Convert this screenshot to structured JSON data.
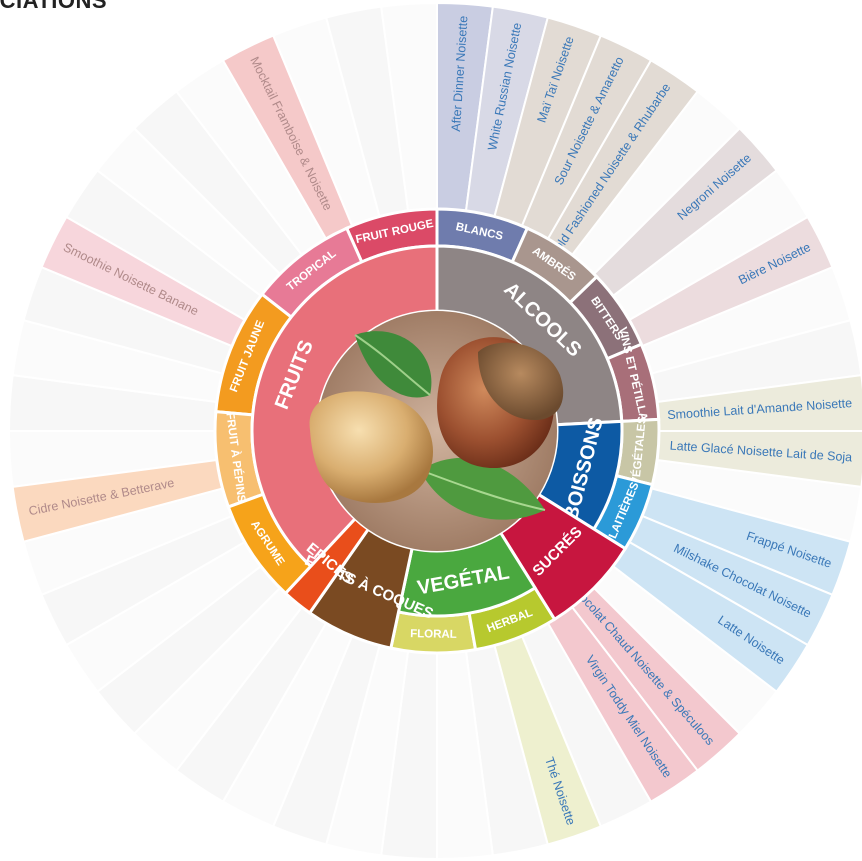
{
  "title": "OCIATIONS",
  "center_image": "hazelnut-photo",
  "colors": {
    "fruits": "#e8707a",
    "alcools": "#8e8585",
    "boissons": "#0d5aa4",
    "vegetal": "#4aa83f",
    "sucres": "#c7163f",
    "epices": "#e94e1b",
    "fruits_coques": "#7a4a22",
    "background": "#ffffff"
  },
  "categories": [
    {
      "key": "fruits",
      "label": "FRUITS",
      "color": "#e8707a",
      "subs": [
        {
          "label": "FRUIT ROUGE",
          "color": "#db4a67"
        },
        {
          "label": "TROPICAL",
          "color": "#e77a96"
        },
        {
          "label": "FRUIT JAUNE",
          "color": "#f39b1f"
        },
        {
          "label": "FRUIT À PÉPINS",
          "color": "#f7bf70"
        },
        {
          "label": "AGRUME",
          "color": "#f6a31a"
        }
      ]
    },
    {
      "key": "alcools",
      "label": "ALCOOLS",
      "color": "#8e8585",
      "subs": [
        {
          "label": "BLANCS",
          "color": "#6f7cad"
        },
        {
          "label": "AMBRÉS",
          "color": "#a9968e"
        },
        {
          "label": "BITTERS",
          "color": "#8c7179"
        },
        {
          "label": "VINS ET PÉTILLANTS",
          "color": "#a86f79"
        }
      ]
    },
    {
      "key": "boissons",
      "label": "BOISSONS",
      "color": "#0d5aa4",
      "subs": [
        {
          "label": "VÉGÉTALES",
          "color": "#c8c6a6"
        },
        {
          "label": "LAITIÈRES",
          "color": "#2b9ad8"
        }
      ]
    },
    {
      "key": "sucres",
      "label": "SUCRÉS",
      "color": "#c7163f",
      "subs": []
    },
    {
      "key": "vegetal",
      "label": "VEGÉTAL",
      "color": "#4aa83f",
      "subs": [
        {
          "label": "FLORAL",
          "color": "#d8d764"
        },
        {
          "label": "HERBAL",
          "color": "#b7c92e"
        }
      ]
    },
    {
      "key": "fruits_coques",
      "label": "FRUITS À COQUES",
      "color": "#7a4a22",
      "subs": []
    },
    {
      "key": "epices",
      "label": "EPICES",
      "color": "#e94e1b",
      "subs": []
    }
  ],
  "associations": [
    {
      "label": "After Dinner Noisette",
      "color": "#c9cde2"
    },
    {
      "label": "White Russian Noisette",
      "color": "#d8d9e6"
    },
    {
      "label": "Maï Taï Noisette",
      "color": "#e2dbd4"
    },
    {
      "label": "Sour Noisette & Amaretto",
      "color": "#e2dbd4"
    },
    {
      "label": "Old Fashioned Noisette & Rhubarbe",
      "color": "#e2dbd4"
    },
    {
      "label": "Negroni Noisette",
      "color": "#e4dcdd"
    },
    {
      "label": "Bière Noisette",
      "color": "#ecdcde"
    },
    {
      "label": "Smoothie Lait d'Amande Noisette",
      "color": "#ecebdc"
    },
    {
      "label": "Latte Glacé Noisette Lait de Soja",
      "color": "#ecebdc"
    },
    {
      "label": "Frappé Noisette",
      "color": "#cde4f4"
    },
    {
      "label": "Milshake Chocolat Noisette",
      "color": "#cde4f4"
    },
    {
      "label": "Latte Noisette",
      "color": "#cde4f4"
    },
    {
      "label": "Chocolat Chaud Noisette & Spéculoos",
      "color": "#f3c8ce"
    },
    {
      "label": "Virgin Toddy Miel Noisette",
      "color": "#f3c8ce"
    },
    {
      "label": "Thé Noisette",
      "color": "#eef0cf"
    },
    {
      "label": "Cidre Noisette & Betterave",
      "color": "#fbd9bf"
    },
    {
      "label": "Smoothie Noisette Banane",
      "color": "#f7d6dc"
    },
    {
      "label": "Mocktail Framboise & Noisette",
      "color": "#f5c9c9"
    }
  ]
}
